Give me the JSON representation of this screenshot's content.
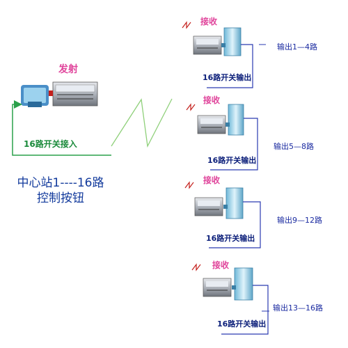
{
  "center_station": {
    "send_label": "发射",
    "input_label": "16路开关接入",
    "caption_line1": "中心站1----16路",
    "caption_line2": "控制按钮"
  },
  "receivers": [
    {
      "receive_label": "接收",
      "output_label": "16路开关输出",
      "channel_label": "输出1—4路"
    },
    {
      "receive_label": "接收",
      "output_label": "16路开关输出",
      "channel_label": "输出5—8路"
    },
    {
      "receive_label": "接收",
      "output_label": "16路开关输出",
      "channel_label": "输出9—12路"
    },
    {
      "receive_label": "接收",
      "output_label": "16路开关输出",
      "channel_label": "输出13—16路"
    }
  ],
  "colors": {
    "receive_text": "#e0449b",
    "output_text": "#0c1f7a",
    "input_text": "#1a8a3a",
    "arrow_blue": "#2a3ab0",
    "arrow_green": "#2aa04a",
    "signal_green": "#8fd07a"
  }
}
